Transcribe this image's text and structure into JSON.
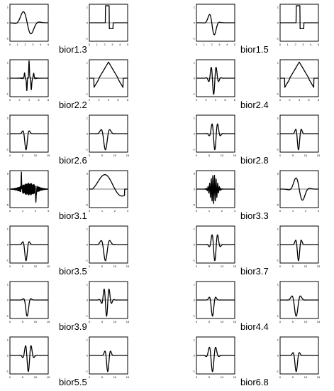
{
  "figure": {
    "rows": [
      {
        "left": {
          "name": "bior1.3",
          "dec_phi": "p13",
          "rec_phi": "box"
        },
        "right": {
          "name": "bior1.5",
          "dec_phi": "p15",
          "rec_phi": "box"
        },
        "ticks": {
          "y": [
            "1",
            "0",
            "-1"
          ],
          "x": [
            "0",
            "1",
            "2",
            "3",
            "4",
            "5"
          ]
        }
      },
      {
        "left": {
          "name": "bior2.2",
          "dec_phi": "spiky",
          "rec_phi": "hat"
        },
        "right": {
          "name": "bior2.4",
          "dec_phi": "p24",
          "rec_phi": "hat"
        },
        "ticks": {
          "y": [
            "1",
            "0",
            "-1"
          ],
          "x": [
            "0",
            "2",
            "4",
            "6",
            "8"
          ]
        }
      },
      {
        "left": {
          "name": "bior2.6",
          "dec_phi": "p26",
          "rec_phi": "p26r"
        },
        "right": {
          "name": "bior2.8",
          "dec_phi": "p28",
          "rec_phi": "p28r"
        },
        "ticks": {
          "y": [
            "1",
            "0",
            "-1"
          ],
          "x": [
            "0",
            "5",
            "10",
            "15"
          ]
        }
      },
      {
        "left": {
          "name": "bior3.1",
          "dec_phi": "noisy31",
          "rec_phi": "smooth31"
        },
        "right": {
          "name": "bior3.3",
          "dec_phi": "noisy33",
          "rec_phi": "smooth33"
        },
        "ticks": {
          "y": [
            "5",
            "0",
            "-5"
          ],
          "x": [
            "0",
            "1",
            "2",
            "3"
          ]
        }
      },
      {
        "left": {
          "name": "bior3.5",
          "dec_phi": "p35",
          "rec_phi": "p35r"
        },
        "right": {
          "name": "bior3.7",
          "dec_phi": "p37",
          "rec_phi": "p37r"
        },
        "ticks": {
          "y": [
            "1",
            "0",
            "-1"
          ],
          "x": [
            "0",
            "5",
            "10",
            "15"
          ]
        }
      },
      {
        "left": {
          "name": "bior3.9",
          "dec_phi": "p39",
          "rec_phi": "p39r"
        },
        "right": {
          "name": "bior4.4",
          "dec_phi": "p44",
          "rec_phi": "p44r"
        },
        "ticks": {
          "y": [
            "1",
            "0",
            "-1"
          ],
          "x": [
            "0",
            "5",
            "10",
            "15"
          ]
        }
      },
      {
        "left": {
          "name": "bior5.5",
          "dec_phi": "p55",
          "rec_phi": "p55r"
        },
        "right": {
          "name": "bior6.8",
          "dec_phi": "p68",
          "rec_phi": "p68r"
        },
        "ticks": {
          "y": [
            "1",
            "0",
            "-1"
          ],
          "x": [
            "0",
            "5",
            "10",
            "15"
          ]
        }
      }
    ]
  }
}
